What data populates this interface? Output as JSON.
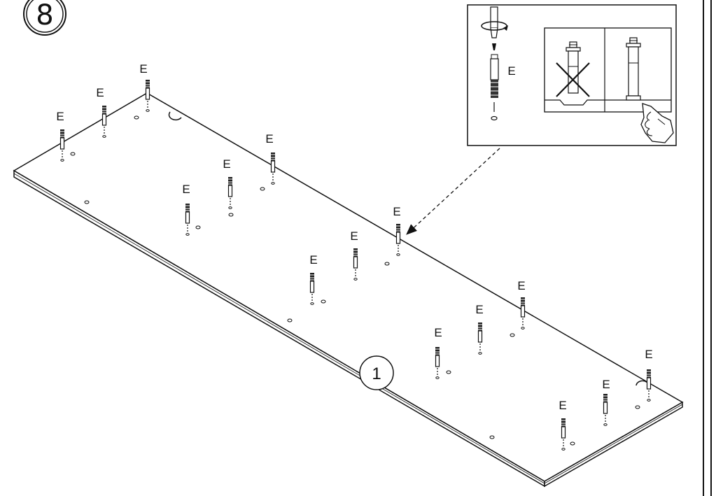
{
  "step": {
    "number": "8"
  },
  "panel": {
    "part_label": "1"
  },
  "fastener": {
    "label": "E",
    "count": 15
  },
  "detail": {
    "part_label": "E"
  },
  "colors": {
    "line": "#111111",
    "background": "#ffffff",
    "panel_edge": "#ffffff"
  }
}
